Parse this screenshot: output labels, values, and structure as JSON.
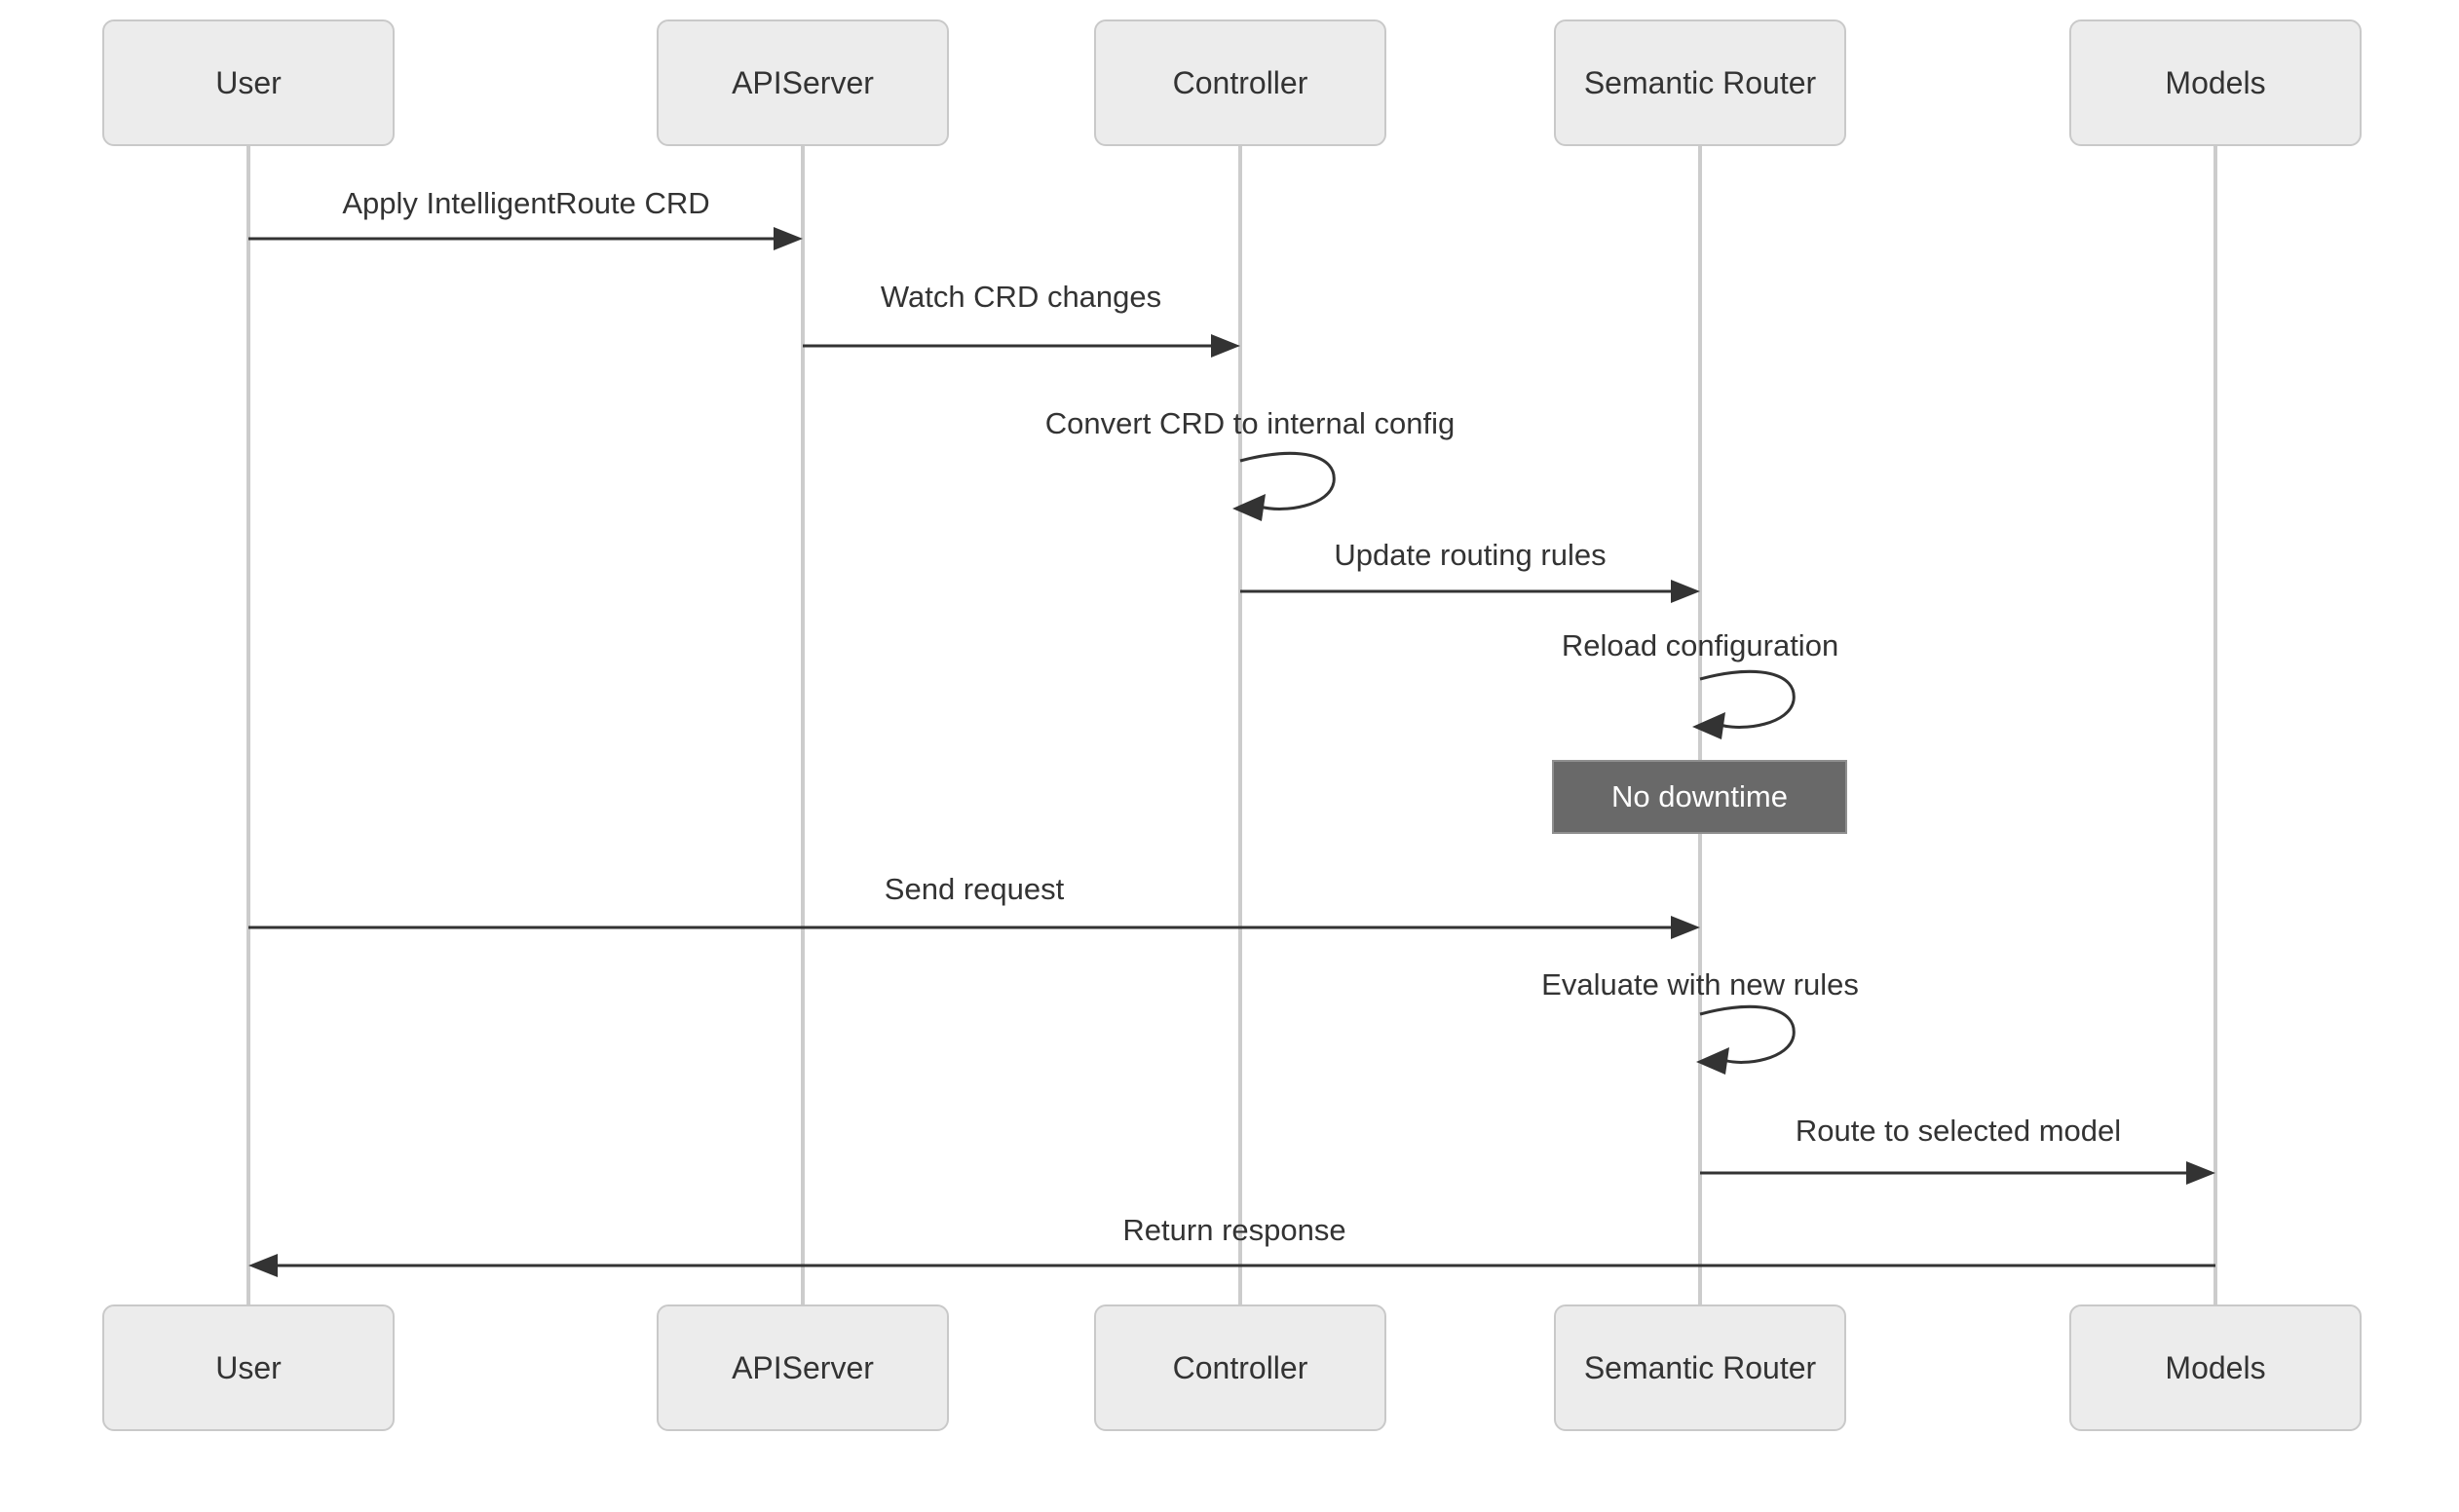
{
  "diagram": {
    "type": "sequence",
    "actors": [
      {
        "label": "User"
      },
      {
        "label": "APIServer"
      },
      {
        "label": "Controller"
      },
      {
        "label": "Semantic Router"
      },
      {
        "label": "Models"
      }
    ],
    "messages": [
      {
        "text": "Apply IntelligentRoute CRD",
        "from": "User",
        "to": "APIServer",
        "kind": "arrow"
      },
      {
        "text": "Watch CRD changes",
        "from": "APIServer",
        "to": "Controller",
        "kind": "arrow"
      },
      {
        "text": "Convert CRD to internal config",
        "from": "Controller",
        "to": "Controller",
        "kind": "self"
      },
      {
        "text": "Update routing rules",
        "from": "Controller",
        "to": "Semantic Router",
        "kind": "arrow"
      },
      {
        "text": "Reload configuration",
        "from": "Semantic Router",
        "to": "Semantic Router",
        "kind": "self"
      },
      {
        "text": "Send request",
        "from": "User",
        "to": "Semantic Router",
        "kind": "arrow"
      },
      {
        "text": "Evaluate with new rules",
        "from": "Semantic Router",
        "to": "Semantic Router",
        "kind": "self"
      },
      {
        "text": "Route to selected model",
        "from": "Semantic Router",
        "to": "Models",
        "kind": "arrow"
      },
      {
        "text": "Return response",
        "from": "Models",
        "to": "User",
        "kind": "arrow"
      }
    ],
    "note": {
      "text": "No downtime",
      "over": "Semantic Router"
    },
    "colors": {
      "actor_fill": "#ececec",
      "actor_border": "#c9c9c9",
      "text": "#333333",
      "line": "#333333",
      "lifeline": "#cccccc",
      "note_fill": "#696969",
      "note_border": "#8f8f8f",
      "note_text": "#ffffff"
    }
  }
}
